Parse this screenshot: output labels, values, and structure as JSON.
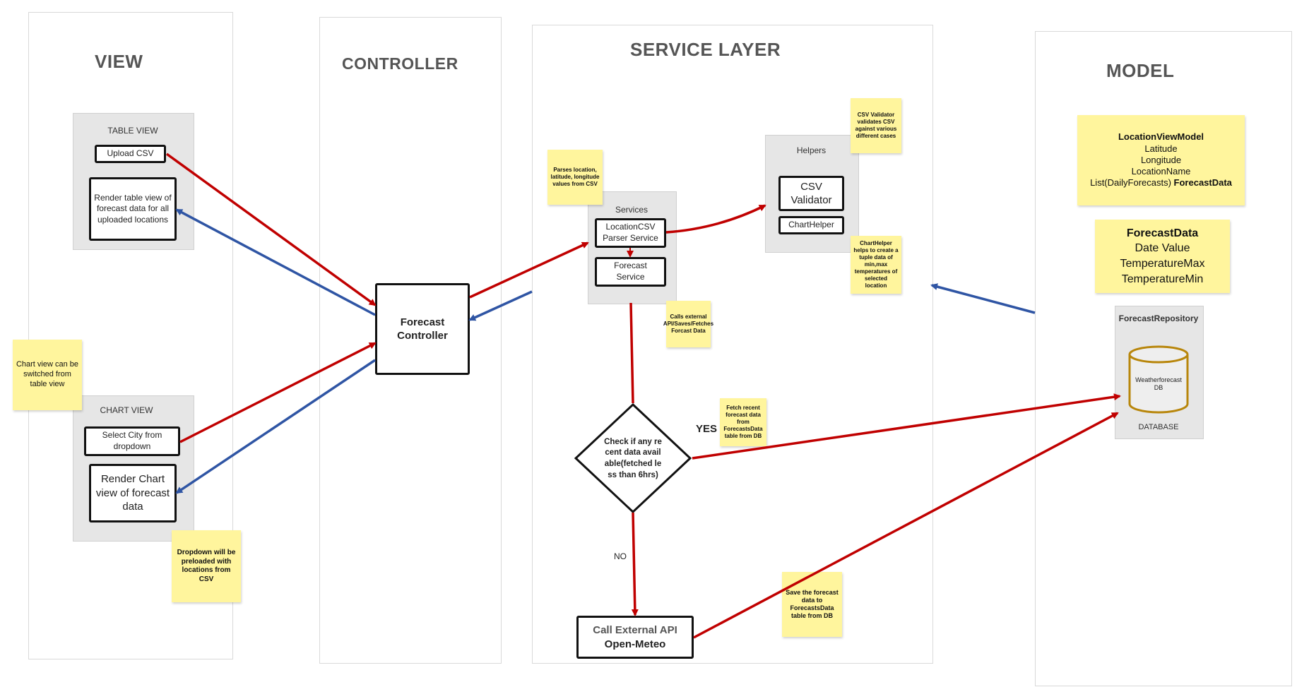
{
  "lanes": {
    "view": "VIEW",
    "controller": "CONTROLLER",
    "service": "SERVICE LAYER",
    "model": "MODEL"
  },
  "view": {
    "table_view": {
      "label": "TABLE VIEW",
      "upload": "Upload CSV",
      "render": "Render table view of forecast data for all uploaded locations"
    },
    "chart_view": {
      "label": "CHART VIEW",
      "select": "Select City from dropdown",
      "render": "Render Chart view of forecast data"
    },
    "notes": {
      "switch": "Chart view can be switched from table view",
      "dropdown": "Dropdown will be preloaded with locations from CSV"
    }
  },
  "controller": {
    "forecast": "Forecast Controller"
  },
  "service": {
    "services_label": "Services",
    "parser": "LocationCSV Parser Service",
    "forecast": "Forecast Service",
    "helpers_label": "Helpers",
    "csv_validator": "CSV Validator",
    "chart_helper": "ChartHelper",
    "decision": "Check if any recent data available(fetched less than 6hrs)",
    "yes": "YES",
    "no": "NO",
    "external_api_line1": "Call External API",
    "external_api_line2": "Open-Meteo",
    "notes": {
      "parses": "Parses location, latitude, longitude values from CSV",
      "validator": "CSV Validator validates CSV against various different cases",
      "chart_helper": "ChartHelper helps to create a tuple data of min,max temperatures of selected location",
      "calls": "Calls external API/Saves/Fetches Forcast Data",
      "fetch": "Fetch recent forecast data from ForecastsData table from DB",
      "save": "Save the forecast data to ForecastsData table from DB"
    }
  },
  "model": {
    "location_view_model": {
      "title": "LocationViewModel",
      "fields": [
        "Latitude",
        "Longitude",
        "LocationName"
      ],
      "last_prefix": "List(DailyForecasts) ",
      "last_bold": "ForecastData"
    },
    "forecast_data": {
      "title": "ForecastData",
      "fields": [
        "Date Value",
        "TemperatureMax",
        "TemperatureMin"
      ]
    },
    "repository": {
      "title": "ForecastRepository",
      "db": "Weatherforecast DB",
      "db_label": "DATABASE"
    }
  },
  "colors": {
    "red_arrow": "#c00000",
    "blue_arrow": "#2f55a4",
    "sticky": "#fff59d",
    "group": "#e6e6e6",
    "db_stroke": "#b8860b"
  }
}
